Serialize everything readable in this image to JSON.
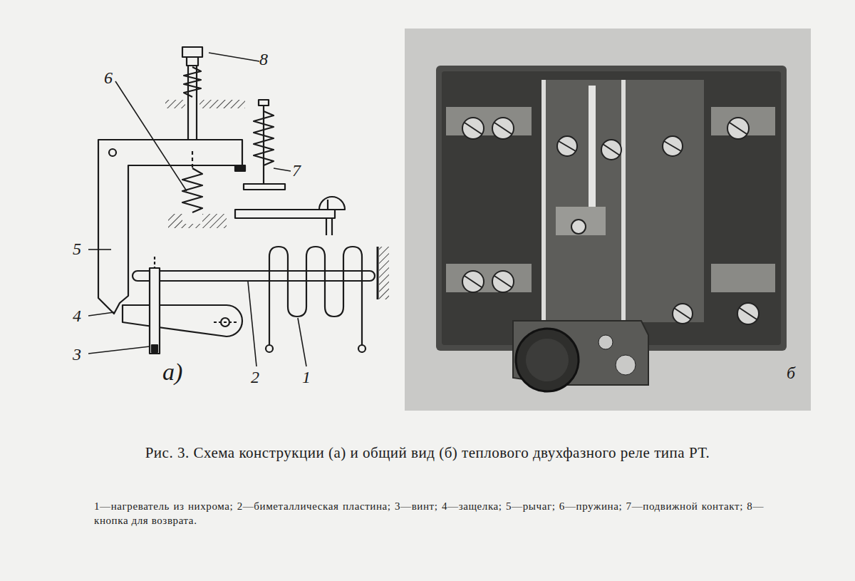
{
  "diagram": {
    "caption": "Рис. 3. Схема конструкции (а) и общий вид (б) теплового двухфазного реле типа РТ.",
    "labels": [
      "8",
      "6",
      "7",
      "5",
      "4",
      "3",
      "а)",
      "2",
      "1",
      "б",
      "1—нагреватель из нихрома; 2—биметаллическая пластина; 3—винт; 4—защелка; 5—рычаг; 6—пружина; 7—подвижной контакт; 8—кнопка для возврата."
    ]
  }
}
